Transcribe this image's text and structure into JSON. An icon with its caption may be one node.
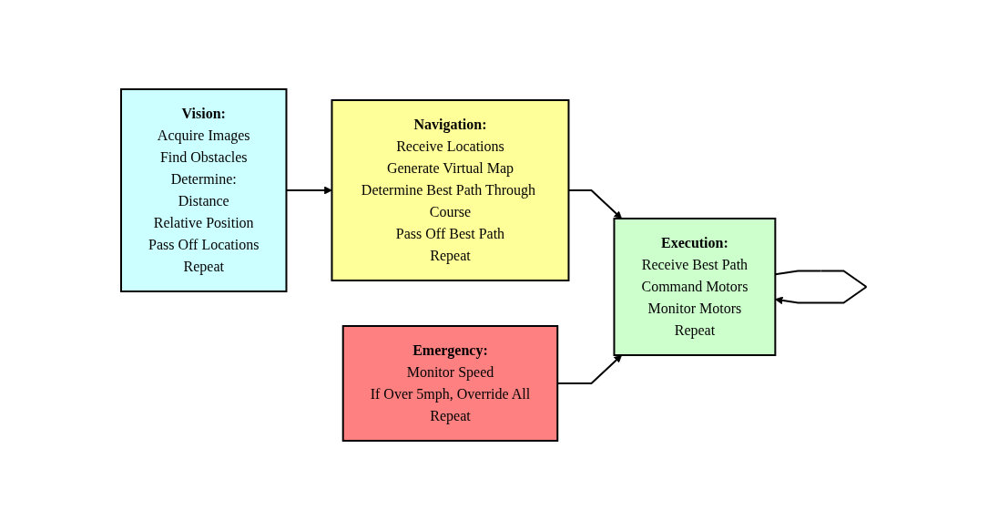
{
  "diagram": {
    "nodes": [
      {
        "text": [
          "Vision:",
          "Acquire Images",
          "Find Obstacles",
          "Determine:",
          "Distance",
          "Relative Position",
          "Pass Off Locations",
          "Repeat"
        ]
      },
      {
        "text": [
          "Navigation:",
          "Receive Locations",
          "Generate Virtual Map",
          "Determine Best Path Through Course",
          "Pass Off Best Path",
          "Repeat"
        ]
      },
      {
        "text": [
          "Execution:",
          "Receive Best Path",
          "Command Motors",
          "Monitor Motors",
          "Repeat"
        ]
      },
      {
        "text": [
          "Emergency:",
          "Monitor Speed",
          "If Over 5mph, Override All",
          "Repeat"
        ]
      }
    ],
    "edges": [
      {
        "from": 0,
        "to": 1,
        "arrow": "to"
      },
      {
        "from": 1,
        "to": 2,
        "arrow": "to"
      },
      {
        "from": 3,
        "to": 2,
        "arrow": "to"
      },
      {
        "from": 2,
        "to": 2,
        "arrow": "to"
      }
    ]
  }
}
